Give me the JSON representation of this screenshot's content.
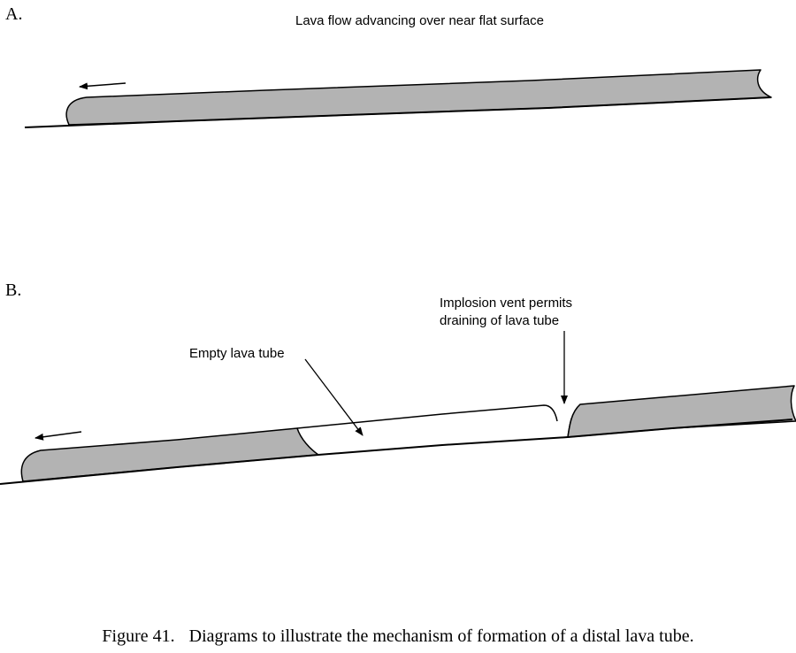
{
  "panels": [
    {
      "label": "A.",
      "annotations": [
        {
          "lines": [
            "Lava flow advancing over near flat surface"
          ]
        }
      ]
    },
    {
      "label": "B.",
      "annotations": [
        {
          "lines": [
            "Implosion vent permits",
            "draining of lava tube"
          ]
        },
        {
          "lines": [
            "Empty lava tube"
          ]
        }
      ]
    }
  ],
  "caption": {
    "figure_number": "Figure 41.",
    "text": "Diagrams to illustrate the mechanism of formation of a distal lava tube."
  },
  "colors": {
    "lava_fill": "#b3b3b3",
    "outline": "#000000",
    "background": "#ffffff"
  }
}
